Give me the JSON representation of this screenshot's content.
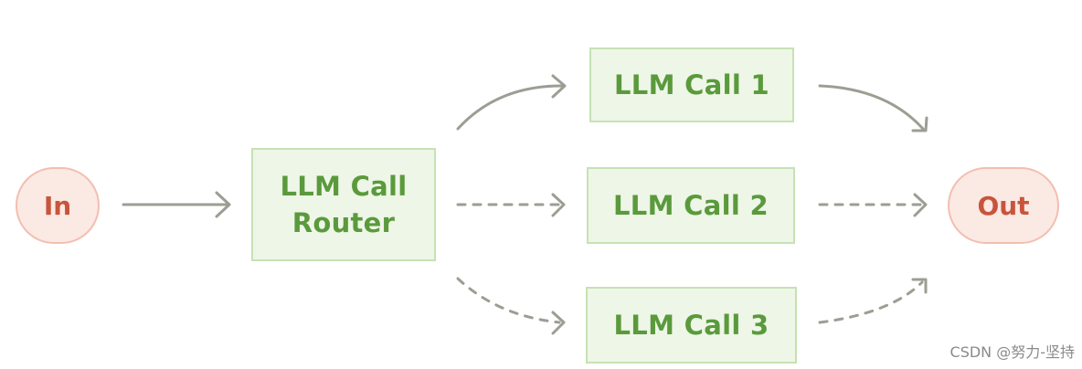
{
  "nodes": {
    "input": "In",
    "router": {
      "line1": "LLM Call",
      "line2": "Router"
    },
    "call_1": "LLM Call 1",
    "call_2": "LLM Call 2",
    "call_3": "LLM Call 3",
    "output": "Out"
  },
  "edges": [
    {
      "from": "In",
      "to": "LLM Call Router",
      "style": "solid"
    },
    {
      "from": "LLM Call Router",
      "to": "LLM Call 1",
      "style": "solid"
    },
    {
      "from": "LLM Call Router",
      "to": "LLM Call 2",
      "style": "dashed"
    },
    {
      "from": "LLM Call Router",
      "to": "LLM Call 3",
      "style": "dashed"
    },
    {
      "from": "LLM Call 1",
      "to": "Out",
      "style": "solid"
    },
    {
      "from": "LLM Call 2",
      "to": "Out",
      "style": "dashed"
    },
    {
      "from": "LLM Call 3",
      "to": "Out",
      "style": "dashed"
    }
  ],
  "watermark": "CSDN @努力-坚持",
  "colors": {
    "llm_fill": "#eef6e7",
    "llm_border": "#c6e2b3",
    "llm_text": "#5a9a3c",
    "terminal_fill": "#fbe9e4",
    "terminal_border": "#f2bfb0",
    "terminal_text": "#c8553b",
    "arrow": "#9d9d94"
  }
}
